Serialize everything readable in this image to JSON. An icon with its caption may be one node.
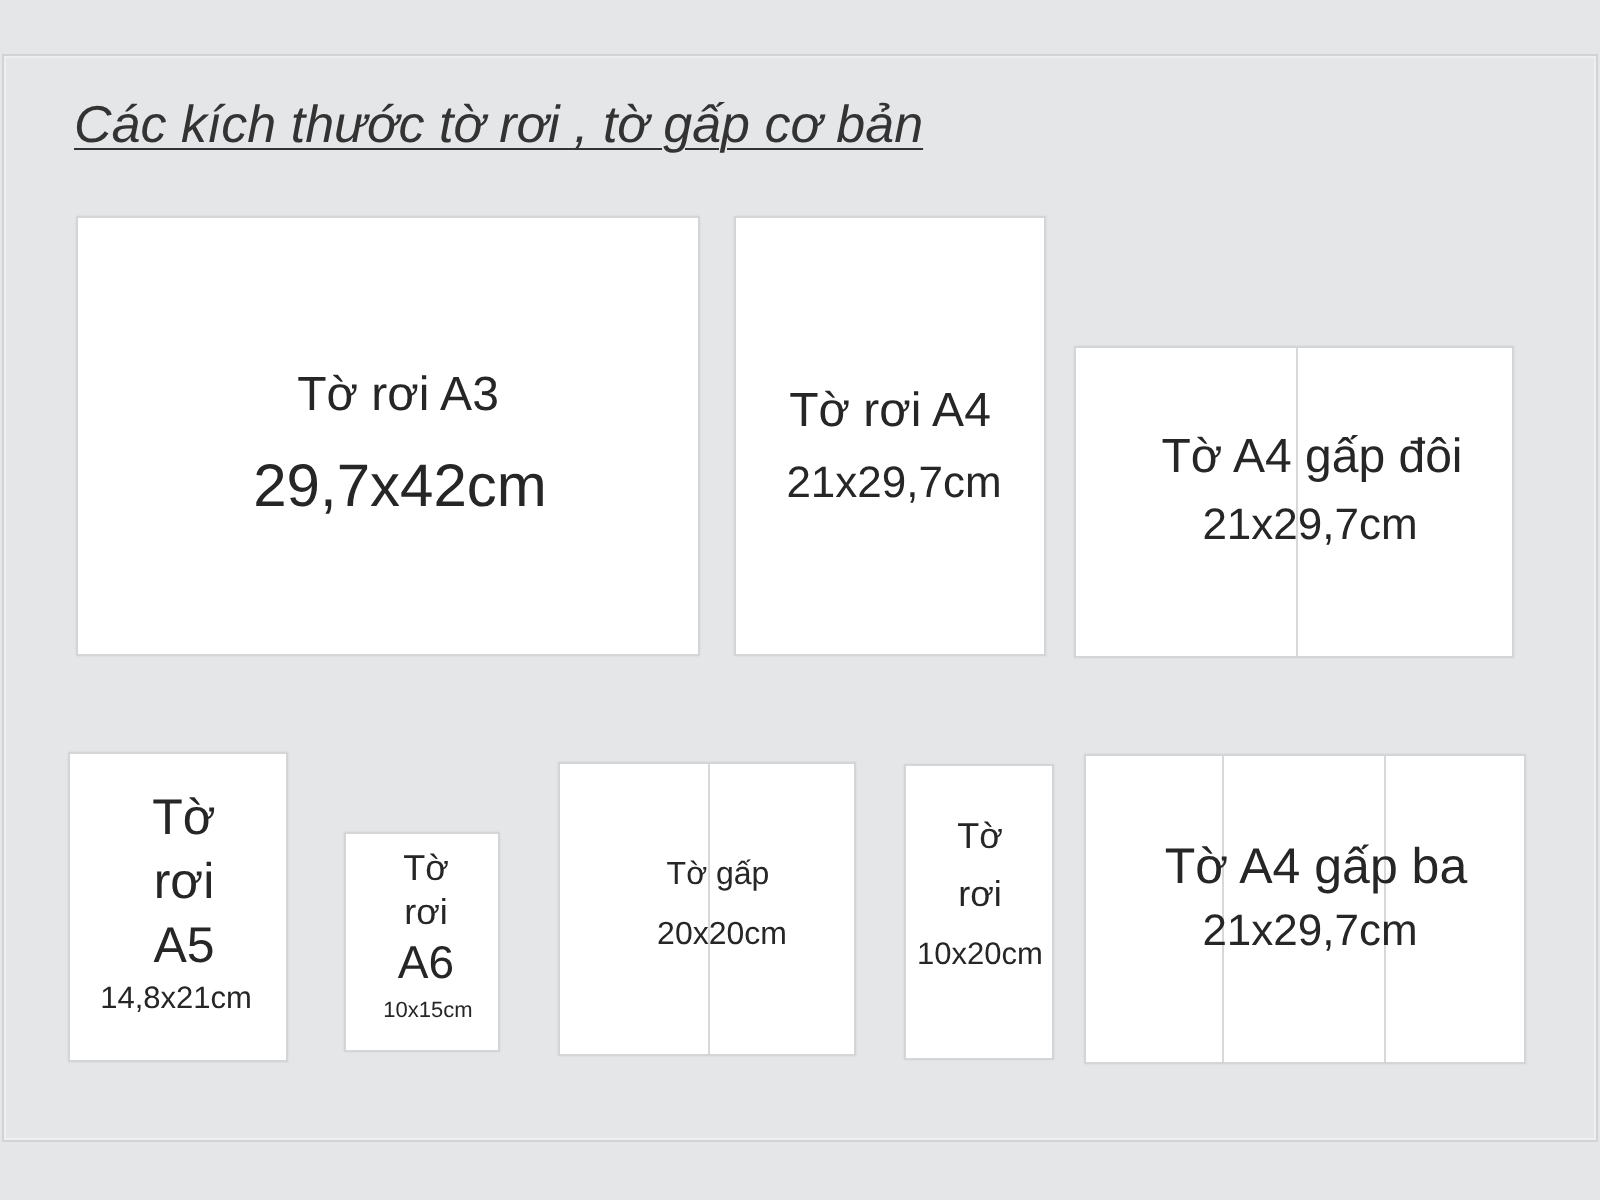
{
  "diagram": {
    "title": "Các kích thước tờ rơi , tờ gấp cơ bản",
    "nodes": [
      {
        "text": [
          "Tờ rơi A3",
          "29,7x42cm"
        ]
      },
      {
        "text": [
          "Tờ rơi A4",
          "21x29,7cm"
        ]
      },
      {
        "text": [
          "Tờ A4 gấp đôi",
          "21x29,7cm"
        ]
      },
      {
        "text": [
          "Tờ rơi A5",
          "14,8x21cm"
        ]
      },
      {
        "text": [
          "Tờ rơi",
          "A6",
          "10x15cm"
        ]
      },
      {
        "text": [
          "Tờ gấp",
          "20x20cm"
        ]
      },
      {
        "text": [
          "Tờ rơi",
          "10x20cm"
        ]
      },
      {
        "text": [
          "Tờ A4 gấp ba",
          "21x29,7cm"
        ]
      }
    ]
  }
}
